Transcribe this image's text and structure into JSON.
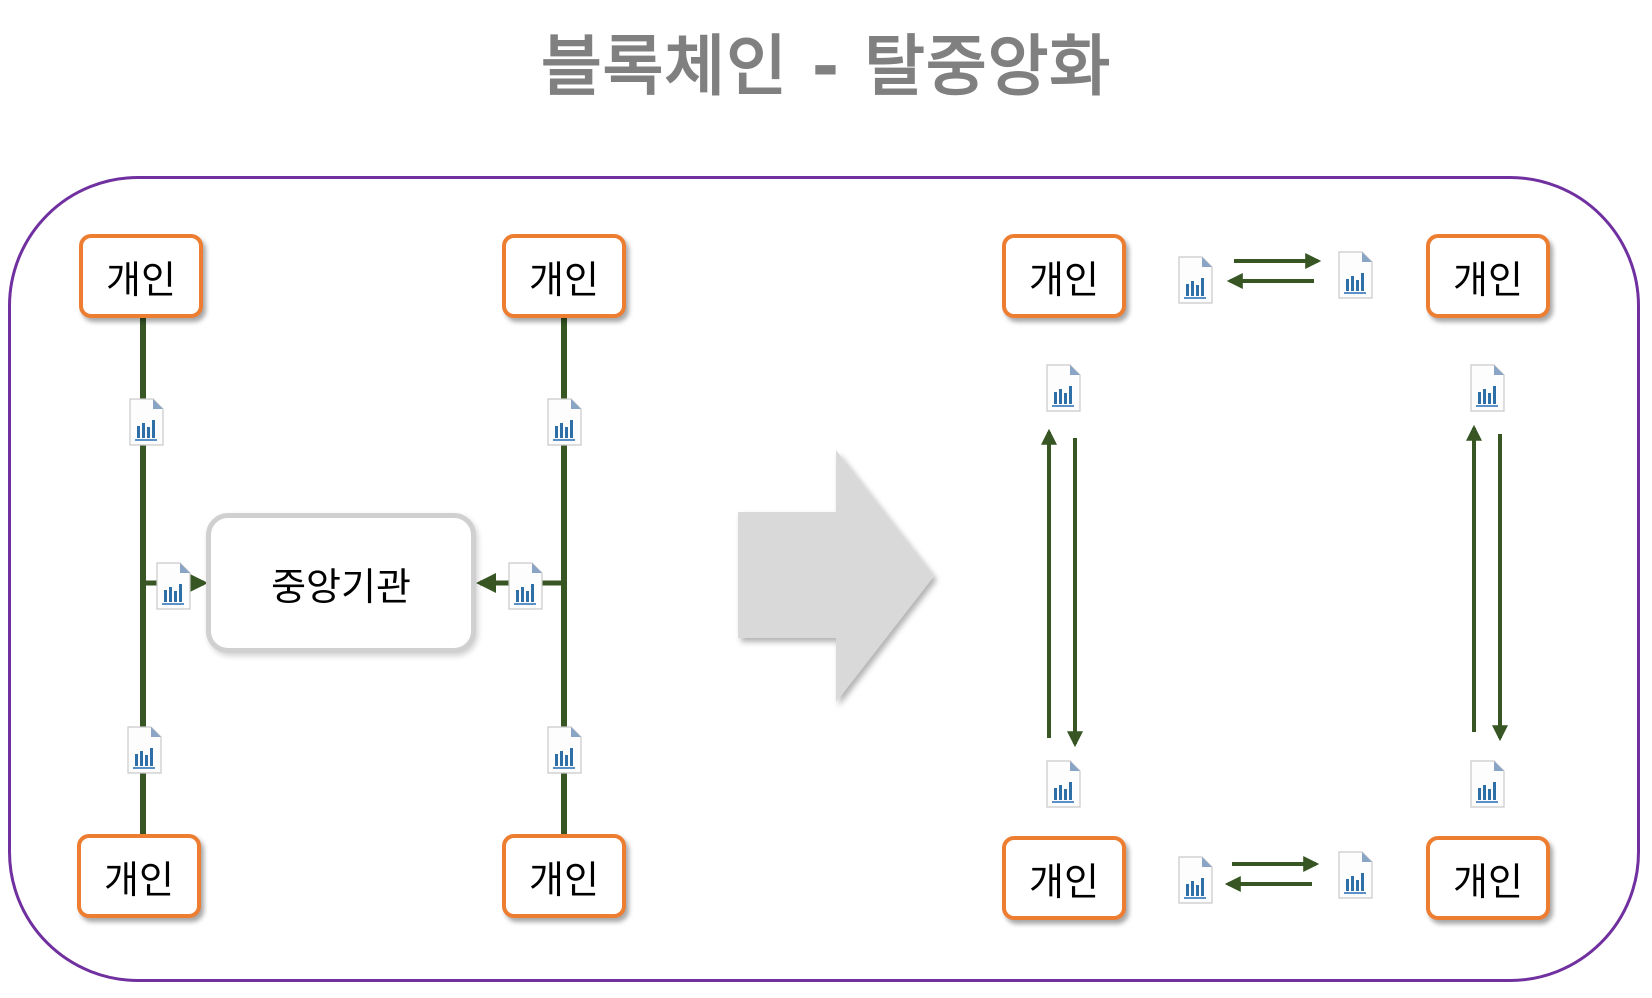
{
  "title": "블록체인 - 탈중앙화",
  "node_label": "개인",
  "central_label": "중앙기관",
  "icon_name": "document-chart-icon",
  "colors": {
    "title": "#808080",
    "frame_border": "#7030a0",
    "node_border": "#ed7d31",
    "central_border": "#d0d0d0",
    "connector": "#375623",
    "transition_arrow": "#d9d9d9"
  }
}
